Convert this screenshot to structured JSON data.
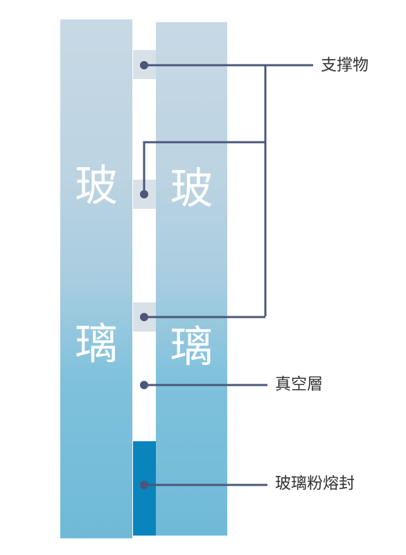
{
  "glass": {
    "char_top": "玻",
    "char_bottom": "璃"
  },
  "labels": {
    "support": "支撑物",
    "vacuum": "真空層",
    "frit": "玻璃粉熔封"
  },
  "colors": {
    "glass_top": "#c7d9e5",
    "glass_bottom": "#6fbad8",
    "spacer": "#d9e1e8",
    "seal": "#0a84bd",
    "leader_line": "#4a5778"
  }
}
